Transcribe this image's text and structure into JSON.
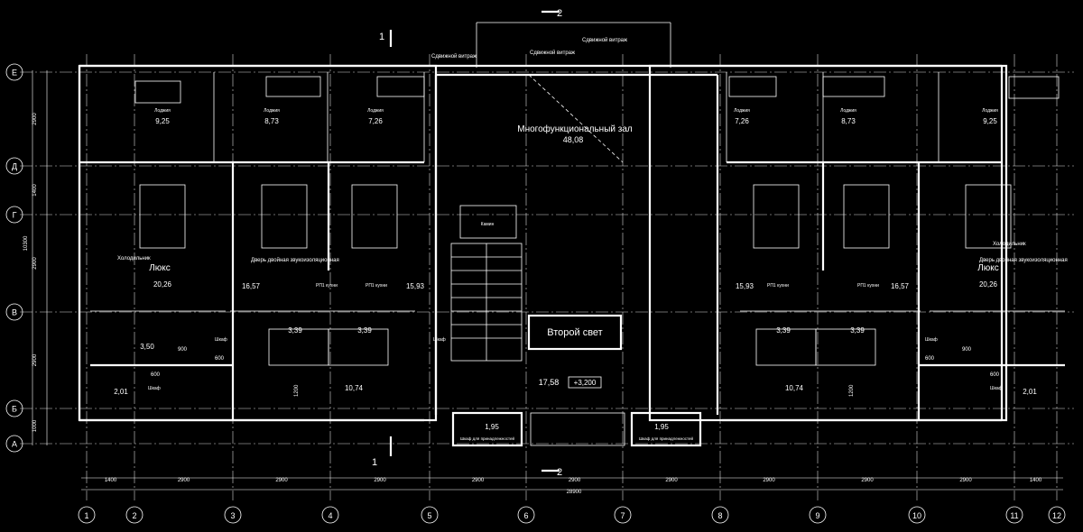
{
  "axes": {
    "columns": [
      "1",
      "2",
      "3",
      "4",
      "5",
      "6",
      "7",
      "8",
      "9",
      "10",
      "11",
      "12"
    ],
    "rows": [
      "Е",
      "Д",
      "Г",
      "В",
      "Б",
      "А"
    ]
  },
  "dims": {
    "col_spans": [
      "1400",
      "2900",
      "2900",
      "2900",
      "2900",
      "2900",
      "2900",
      "2900",
      "2900",
      "2900",
      "1400"
    ],
    "total": "28900",
    "row_spans": [
      "2900",
      "1400",
      "2900",
      "2900",
      "1000"
    ],
    "overall_height": "10300"
  },
  "sections": {
    "s1": "1",
    "s2": "2"
  },
  "windows": {
    "a": "Сдвижной витраж",
    "b": "Сдвижной витраж",
    "c": "Сдвижной витраж"
  },
  "hall": {
    "name": "Многофункциональный зал",
    "area": "48,08",
    "fireplace": "Камин"
  },
  "second_light": "Второй свет",
  "lobby": {
    "area": "17,58",
    "level": "+3,200"
  },
  "balcony_label": "Лоджия",
  "balconies": [
    "9,25",
    "8,73",
    "7,26",
    "7,26",
    "8,73",
    "9,25"
  ],
  "rooms": {
    "lux": "Люкс",
    "lux_area": "20,26",
    "fridge": "Холодильник",
    "door": "Дверь двойная звукоизоляционная",
    "tv": "РП1 кухни",
    "r1657": "16,57",
    "r1593": "15,93",
    "bath": "3,39",
    "r350": "3,50",
    "r201": "2,01",
    "r1074": "10,74",
    "shkaf": "Шкаф",
    "d900": "900",
    "d600": "600",
    "d1200": "1200",
    "cab": "1,95",
    "cab_label": "Шкаф для принадлежностей"
  }
}
